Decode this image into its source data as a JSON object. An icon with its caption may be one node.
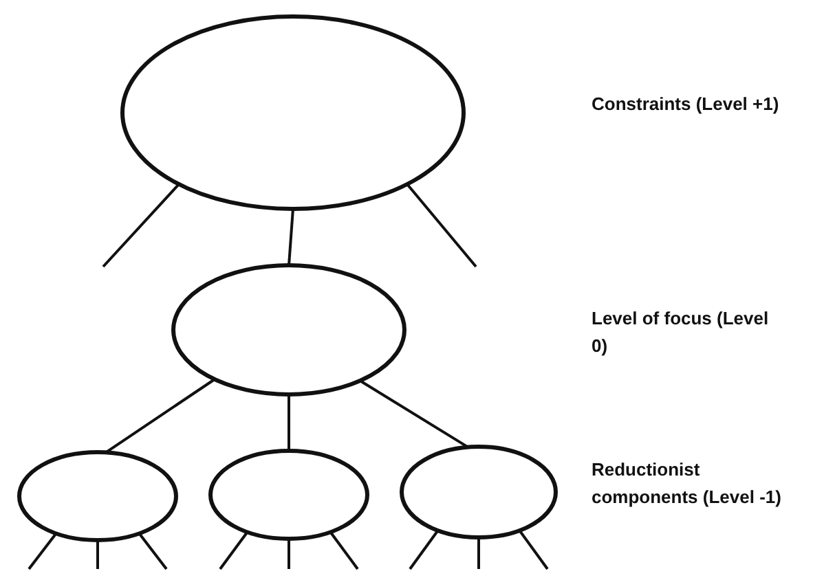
{
  "diagram": {
    "nodes": [
      {
        "text": [],
        "shape": "ellipse"
      },
      {
        "text": [],
        "shape": "ellipse"
      },
      {
        "text": [],
        "shape": "ellipse"
      },
      {
        "text": [],
        "shape": "ellipse"
      },
      {
        "text": [],
        "shape": "ellipse"
      }
    ],
    "edges": [
      {
        "from": 0,
        "to": null,
        "arrow": "none"
      },
      {
        "from": 0,
        "to": 1,
        "arrow": "none"
      },
      {
        "from": 0,
        "to": null,
        "arrow": "none"
      },
      {
        "from": 1,
        "to": 2,
        "arrow": "none"
      },
      {
        "from": 1,
        "to": 3,
        "arrow": "none"
      },
      {
        "from": 1,
        "to": 4,
        "arrow": "none"
      },
      {
        "from": 2,
        "to": null,
        "arrow": "none"
      },
      {
        "from": 2,
        "to": null,
        "arrow": "none"
      },
      {
        "from": 2,
        "to": null,
        "arrow": "none"
      },
      {
        "from": 3,
        "to": null,
        "arrow": "none"
      },
      {
        "from": 3,
        "to": null,
        "arrow": "none"
      },
      {
        "from": 3,
        "to": null,
        "arrow": "none"
      },
      {
        "from": 4,
        "to": null,
        "arrow": "none"
      },
      {
        "from": 4,
        "to": null,
        "arrow": "none"
      },
      {
        "from": 4,
        "to": null,
        "arrow": "none"
      }
    ],
    "labels": [
      "Constraints (Level +1)",
      "Level of focus (Level 0)",
      "Reductionist components (Level -1)"
    ]
  }
}
